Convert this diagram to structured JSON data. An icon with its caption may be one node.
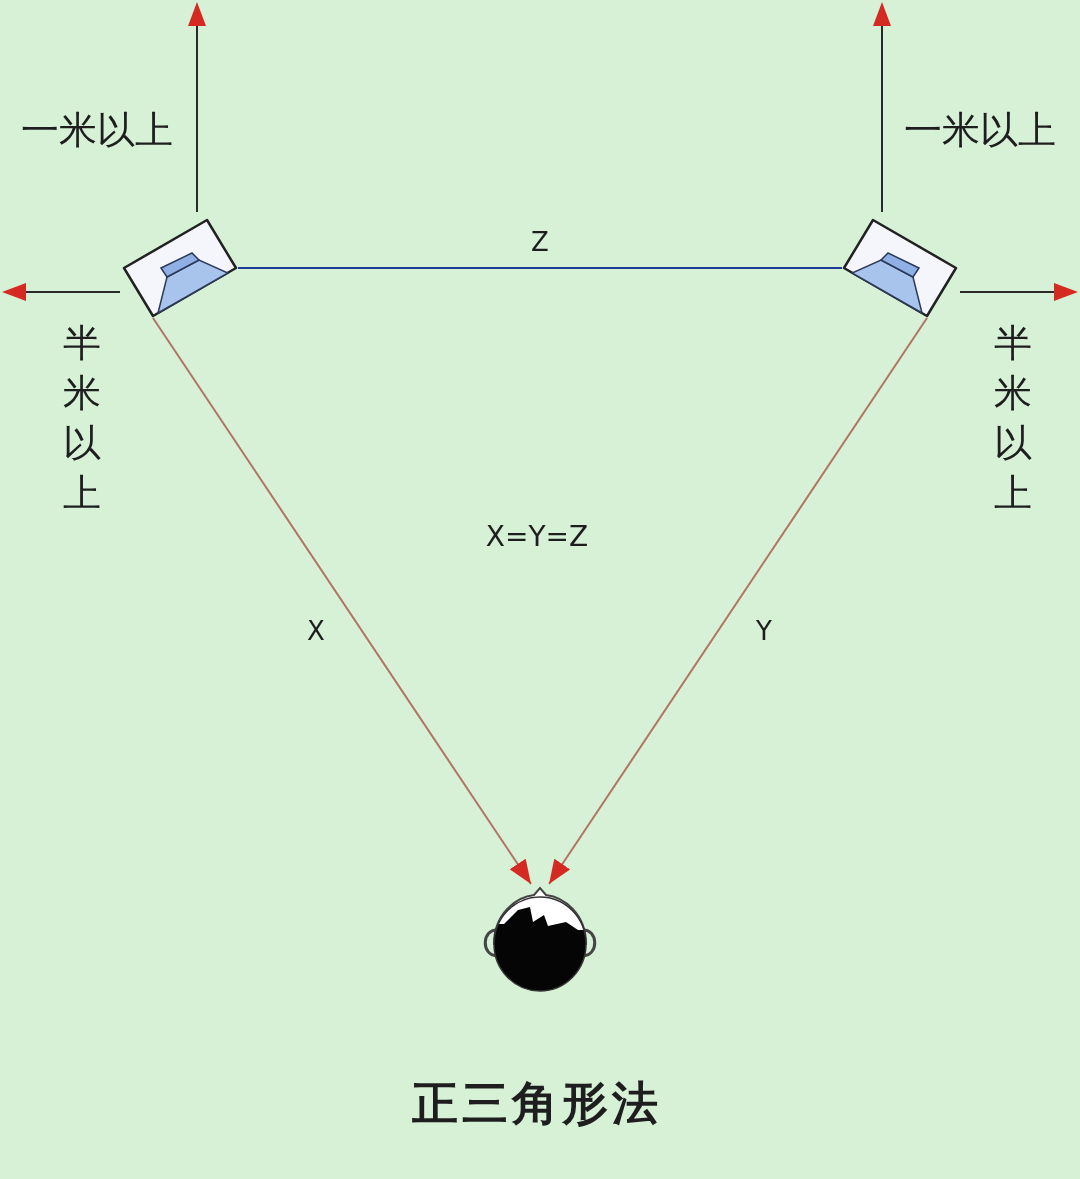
{
  "diagram": {
    "caption": "正三角形法",
    "nodes": [
      {
        "text": [],
        "shape": "picture"
      },
      {
        "text": [],
        "shape": "picture"
      },
      {
        "text": [],
        "shape": "picture"
      }
    ],
    "edges": [
      {
        "from": 0,
        "to": 1,
        "arrow": "none",
        "label": "Z",
        "color": "#1e3c96"
      },
      {
        "from": 0,
        "to": 2,
        "arrow": "to",
        "label": "X"
      },
      {
        "from": 1,
        "to": 2,
        "arrow": "to",
        "label": "Y"
      }
    ],
    "labels": [
      "一米以上",
      "一米以上",
      "半米以上",
      "半米以上",
      "X=Y=Z"
    ]
  }
}
